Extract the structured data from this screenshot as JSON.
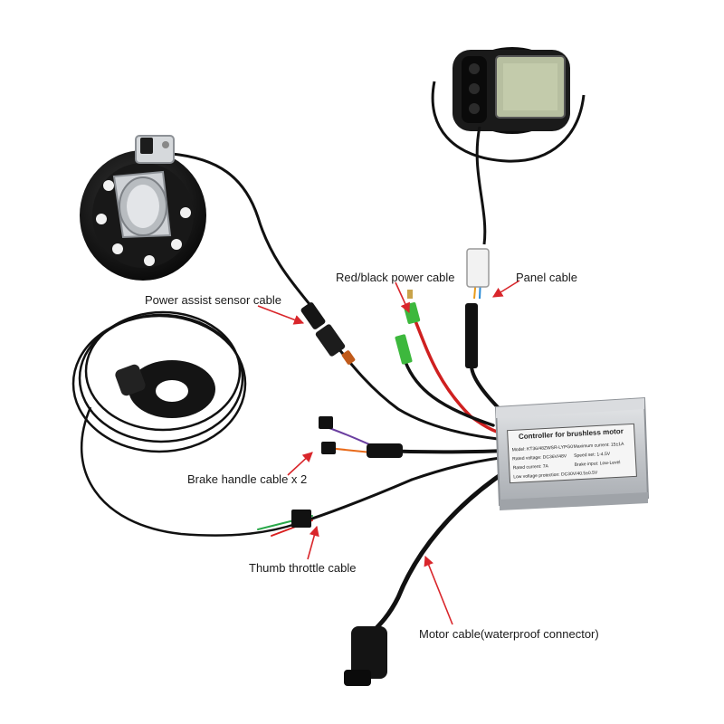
{
  "labels": {
    "power_assist_sensor": "Power assist sensor cable",
    "red_black_power": "Red/black power cable",
    "panel": "Panel cable",
    "brake_handle": "Brake handle cable x 2",
    "thumb_throttle": "Thumb throttle cable",
    "motor": "Motor cable(waterproof connector)"
  },
  "controller": {
    "title": "Controller for brushless motor",
    "model": "Model: KT36/48ZWSR-LYPG0",
    "max_current": "Maximum current: 15±1A",
    "rated_voltage": "Rated voltage: DC36V/48V",
    "speed_set": "Speed set: 1-4.5V",
    "rated_current": "Rated current: 7A",
    "brake_input": "Brake input: Low-Level",
    "low_voltage": "Low voltage protection: DC30V/40.5±0.5V"
  },
  "colors": {
    "arrow": "#d9262b",
    "cable": "#111111",
    "controller_body": "#c9ccd0",
    "connector_green": "#3db83d",
    "lcd": "#b7bfa0"
  }
}
